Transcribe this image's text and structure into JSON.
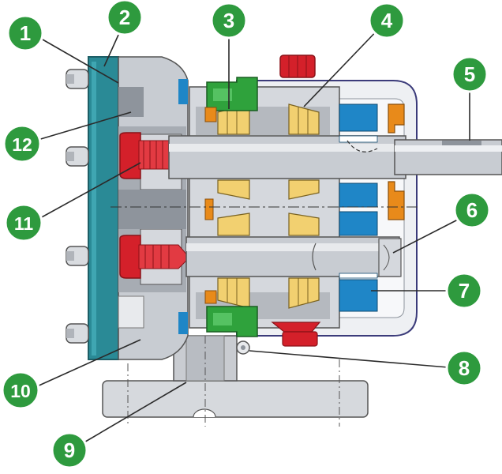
{
  "callouts": [
    {
      "label": "1"
    },
    {
      "label": "2"
    },
    {
      "label": "3"
    },
    {
      "label": "4"
    },
    {
      "label": "5"
    },
    {
      "label": "6"
    },
    {
      "label": "7"
    },
    {
      "label": "8"
    },
    {
      "label": "9"
    },
    {
      "label": "10"
    },
    {
      "label": "11"
    },
    {
      "label": "12"
    }
  ],
  "colors": {
    "callout_fill": "#2e9a3e",
    "callout_ring": "#ffffff",
    "front_cover": "#2a8a96",
    "housing": "#c8ccd2",
    "housing_dark": "#8e949c",
    "bearing": "#f2d070",
    "seal_green": "#2fa23c",
    "accent_orange": "#e88a1a",
    "gear_blue": "#1f86c7",
    "plug_red": "#d4202a"
  }
}
